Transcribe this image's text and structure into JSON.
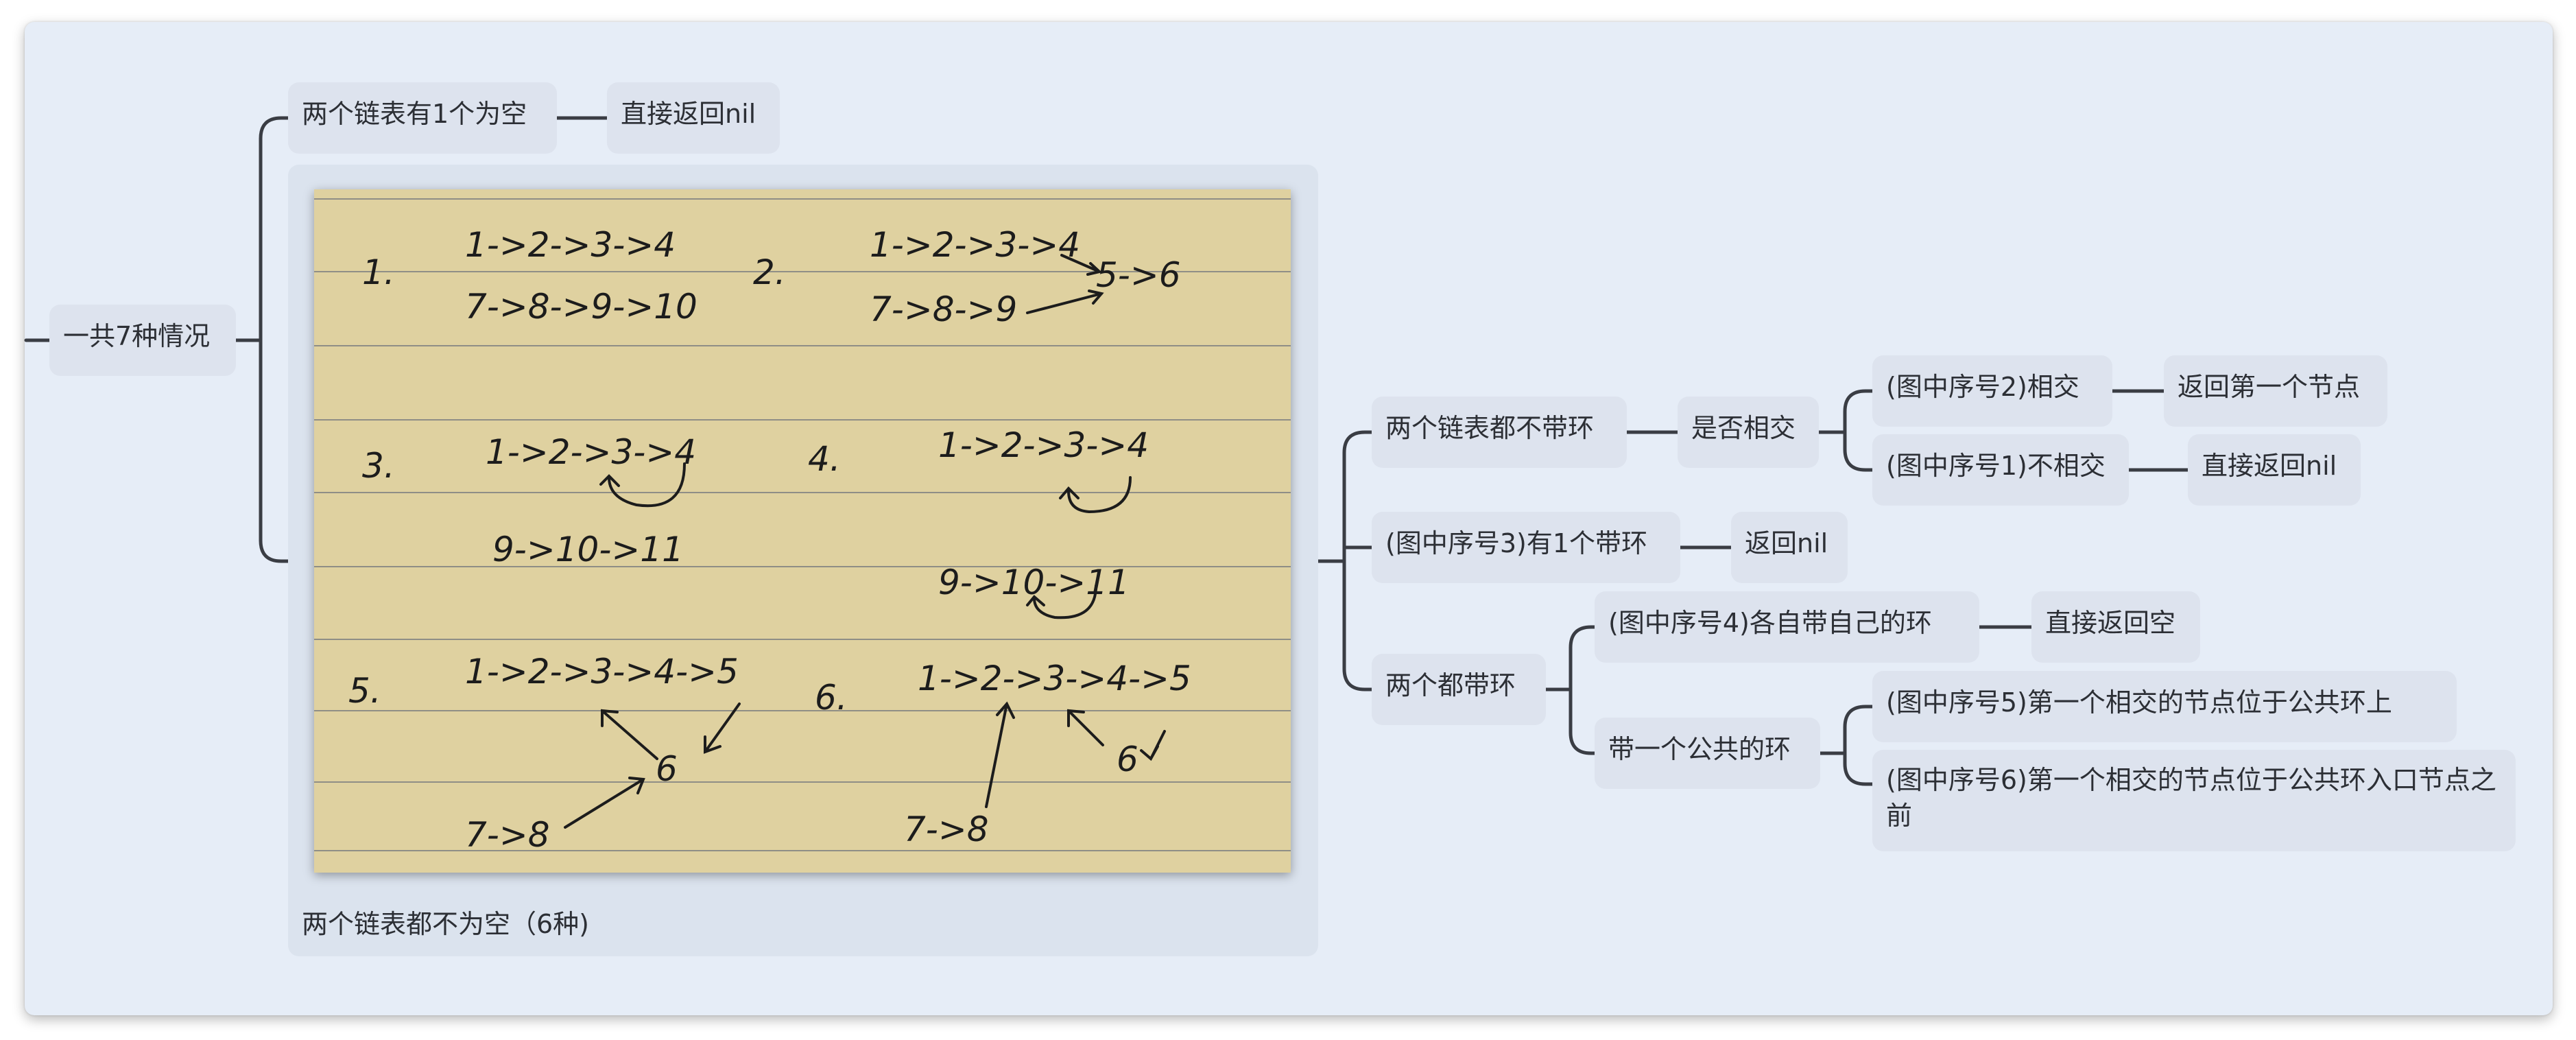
{
  "root": {
    "label": "一共7种情况"
  },
  "branch_empty": {
    "label": "两个链表有1个为空",
    "child": "直接返回nil"
  },
  "branch_nonempty": {
    "label": "两个链表都不为空（6种)",
    "sketch": {
      "cases": [
        {
          "number": "1.",
          "line1": "1->2->3->4",
          "line2": "7->8->9->10"
        },
        {
          "number": "2.",
          "line1": "1->2->3->4",
          "line1_tail": "5->6",
          "line2": "7->8->9"
        },
        {
          "number": "3.",
          "line1": "1->2->3->4",
          "line2": "9->10->11"
        },
        {
          "number": "4.",
          "line1": "1->2->3->4",
          "line2": "9->10->11"
        },
        {
          "number": "5.",
          "line1": "1->2->3->4->5",
          "node": "6",
          "line2": "7->8"
        },
        {
          "number": "6.",
          "line1": "1->2->3->4->5",
          "node": "6",
          "line2": "7->8"
        }
      ]
    }
  },
  "no_cycle": {
    "label": "两个链表都不带环",
    "question": "是否相交",
    "intersect": {
      "label": "(图中序号2)相交",
      "result": "返回第一个节点"
    },
    "not_intersect": {
      "label": "(图中序号1)不相交",
      "result": "直接返回nil"
    }
  },
  "one_cycle": {
    "label": "(图中序号3)有1个带环",
    "result": "返回nil"
  },
  "both_cycle": {
    "label": "两个都带环",
    "own": {
      "label": "(图中序号4)各自带自己的环",
      "result": "直接返回空"
    },
    "shared": {
      "label": "带一个公共的环",
      "case5": "(图中序号5)第一个相交的节点位于公共环上",
      "case6": "(图中序号6)第一个相交的节点位于公共环入口节点之前"
    }
  }
}
